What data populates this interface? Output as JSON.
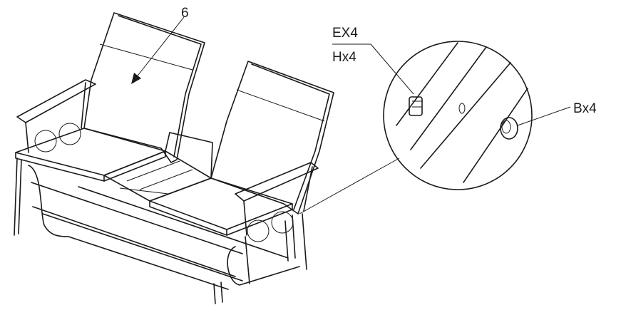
{
  "callouts": {
    "seat_back_part": "6",
    "bolt_e": "EX4",
    "bolt_h": "Hx4",
    "bushing_b": "Bx4"
  },
  "icons": {
    "assembly": "glider-bench-assembly-icon",
    "detail": "magnified-detail-icon"
  },
  "colors": {
    "line": "#1a1a1a",
    "background": "#ffffff"
  }
}
